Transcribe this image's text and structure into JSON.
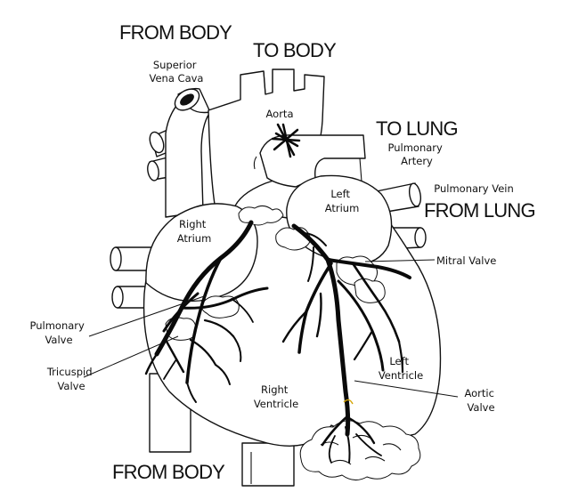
{
  "headings": {
    "from_body_top": "FROM BODY",
    "to_body": "TO BODY",
    "to_lung": "TO LUNG",
    "from_lung": "FROM LUNG",
    "from_body_bottom": "FROM BODY"
  },
  "labels": {
    "superior_vena_cava": [
      "Superior",
      "Vena Cava"
    ],
    "aorta": "Aorta",
    "pulmonary_artery": [
      "Pulmonary",
      "Artery"
    ],
    "pulmonary_vein": "Pulmonary Vein",
    "left_atrium": [
      "Left",
      "Atrium"
    ],
    "right_atrium": [
      "Right",
      "Atrium"
    ],
    "mitral_valve": "Mitral Valve",
    "pulmonary_valve": [
      "Pulmonary",
      "Valve"
    ],
    "tricuspid_valve": [
      "Tricuspid",
      "Valve"
    ],
    "right_ventricle": [
      "Right",
      "Ventricle"
    ],
    "left_ventricle": [
      "Left",
      "Ventricle"
    ],
    "aortic_valve": [
      "Aortic",
      "Valve"
    ]
  }
}
